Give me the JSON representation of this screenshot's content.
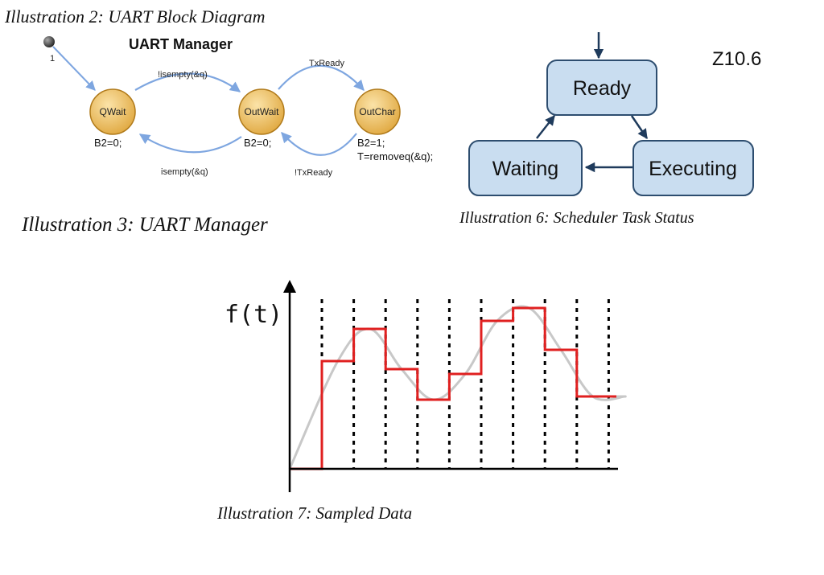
{
  "captions": {
    "block_diagram": "Illustration 2: UART Block Diagram",
    "uart_manager": "Illustration 3: UART Manager",
    "scheduler": "Illustration 6: Scheduler Task Status",
    "sampled": "Illustration 7: Sampled Data"
  },
  "page_label": "Z10.6",
  "uart_fsm": {
    "title": "UART Manager",
    "initial_label": "1",
    "states": [
      {
        "id": "qwait",
        "label": "QWait",
        "action": "B2=0;"
      },
      {
        "id": "outwait",
        "label": "OutWait",
        "action": "B2=0;"
      },
      {
        "id": "outchar",
        "label": "OutChar",
        "action_lines": [
          "B2=1;",
          "T=removeq(&q);"
        ]
      }
    ],
    "transitions": [
      {
        "from": "qwait",
        "to": "outwait",
        "label": "!isempty(&q)"
      },
      {
        "from": "outwait",
        "to": "qwait",
        "label": "isempty(&q)"
      },
      {
        "from": "outwait",
        "to": "outchar",
        "label": "TxReady"
      },
      {
        "from": "outchar",
        "to": "outwait",
        "label": "!TxReady"
      }
    ],
    "colors": {
      "state_fill": "#f0c060",
      "state_stroke": "#b07a1a",
      "arrow": "#7ea6e0"
    }
  },
  "scheduler": {
    "states": [
      {
        "id": "ready",
        "label": "Ready"
      },
      {
        "id": "waiting",
        "label": "Waiting"
      },
      {
        "id": "executing",
        "label": "Executing"
      }
    ],
    "transitions": [
      {
        "from": "ready",
        "to": "executing"
      },
      {
        "from": "executing",
        "to": "waiting"
      },
      {
        "from": "waiting",
        "to": "ready"
      }
    ],
    "colors": {
      "box_fill": "#c9ddf0",
      "box_stroke": "#2d4d6f",
      "arrow": "#1f3b5c"
    }
  },
  "sampled": {
    "axis_label": "f(t)",
    "sample_count": 10,
    "levels": [
      0,
      0.67,
      0.87,
      0.62,
      0.43,
      0.59,
      0.92,
      1.0,
      0.74,
      0.45,
      0.45
    ],
    "colors": {
      "step": "#e02020",
      "curve": "#c8c8c8",
      "axis": "#000000",
      "grid": "#000000"
    }
  }
}
